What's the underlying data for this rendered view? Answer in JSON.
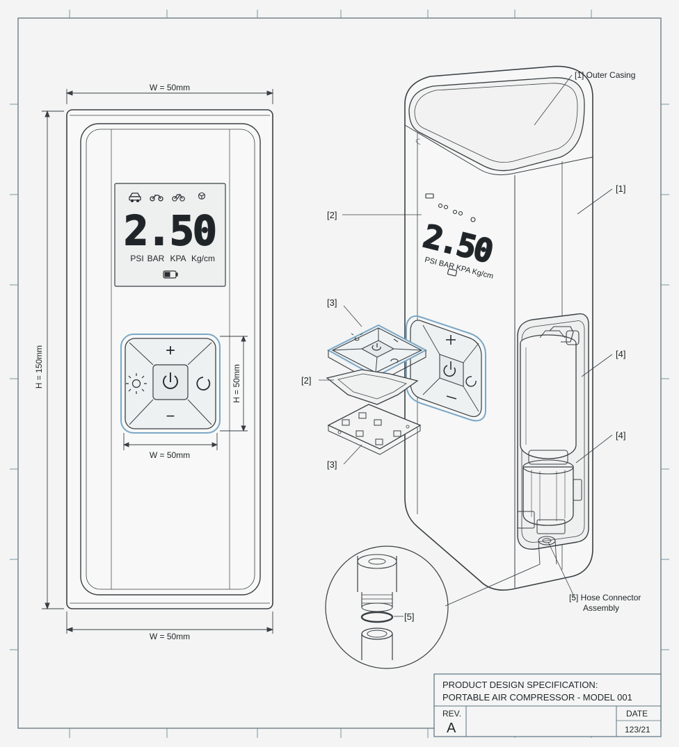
{
  "front_view": {
    "width_top": "W = 50mm",
    "width_bottom": "W = 50mm",
    "height_label": "H = 150mm",
    "button_width": "W = 50mm",
    "button_height": "H = 50mm",
    "display_value": "2.50",
    "units": [
      "PSI",
      "BAR",
      "KPA",
      "Kg/cm"
    ],
    "plus_symbol": "+",
    "minus_symbol": "−"
  },
  "exploded_view": {
    "display_value": "2.50",
    "units_text": "PSI BAR KPA Kg/cm",
    "callouts": {
      "outer_casing": "[1] Outer Casing",
      "casing_side": "[1]",
      "display": "[2]",
      "button_cover": "[3]",
      "membrane": "[2]",
      "pcb": "[3]",
      "tank": "[4]",
      "motor": "[4]",
      "hose_connector_line1": "[5] Hose Connector",
      "hose_connector_line2": "Assembly",
      "o_ring": "[5]"
    }
  },
  "title_block": {
    "line1": "PRODUCT DESIGN SPECIFICATION:",
    "line2": "PORTABLE AIR COMPRESSOR - MODEL 001",
    "rev_label": "REV.",
    "rev_value": "A",
    "date_label": "DATE",
    "date_value": "123/21"
  },
  "colors": {
    "line": "#3a3f44",
    "highlight": "#7aa7c7",
    "paper": "#f3f4f3"
  }
}
